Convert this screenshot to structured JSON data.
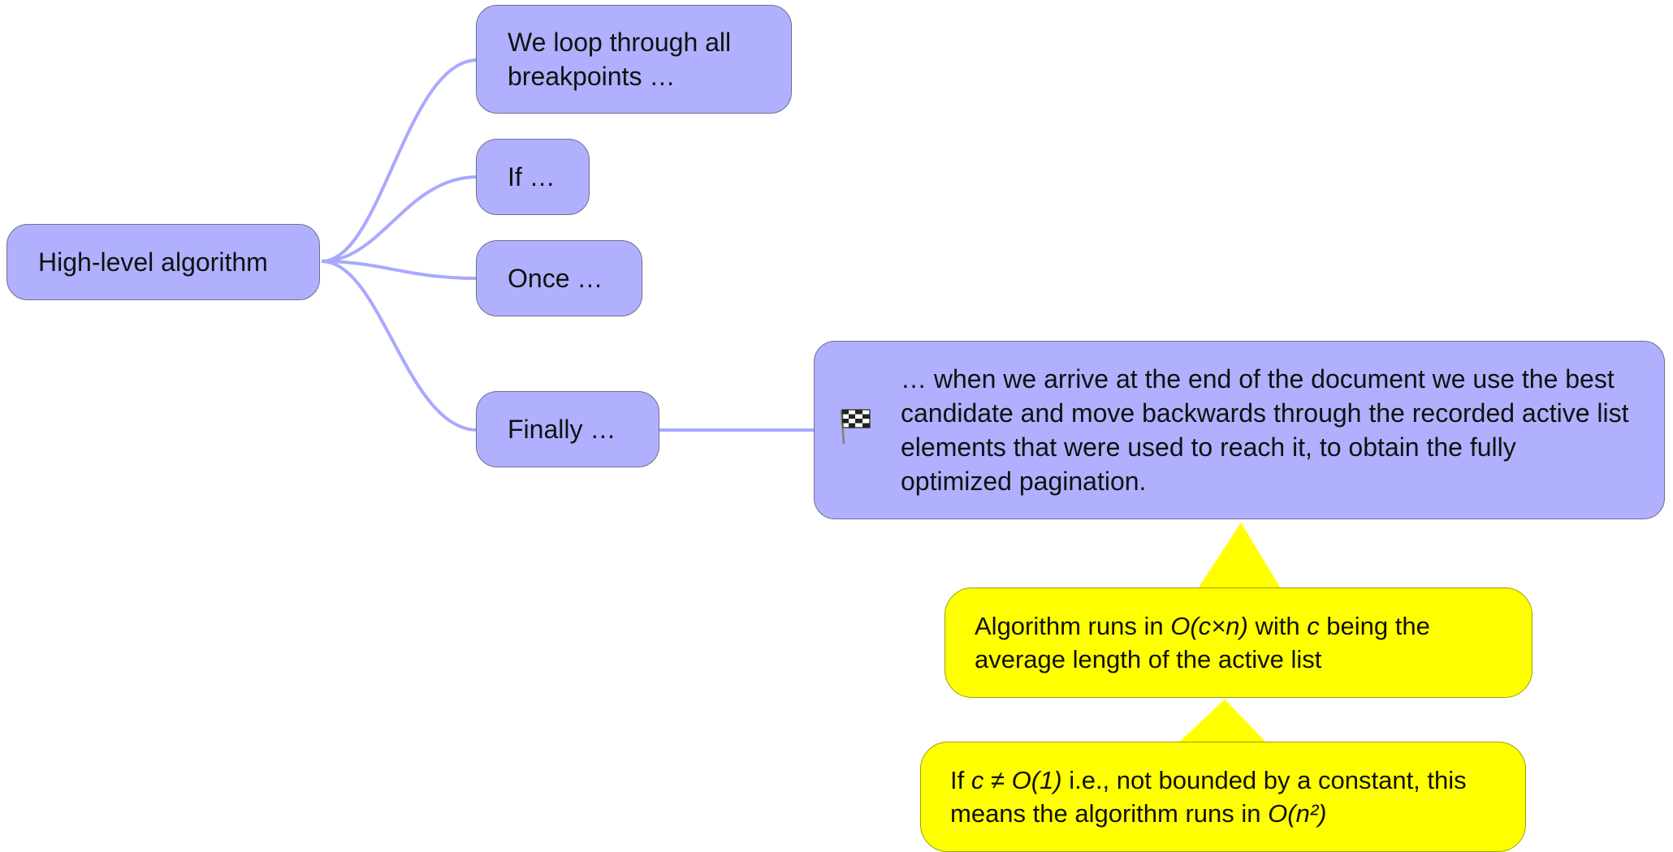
{
  "root": {
    "label": "High-level algorithm"
  },
  "branches": [
    {
      "label": "We loop through all breakpoints …"
    },
    {
      "label": "If …"
    },
    {
      "label": "Once …"
    },
    {
      "label": "Finally …"
    }
  ],
  "finally_detail": {
    "icon": "checkered-flag-icon",
    "text": "… when we arrive at the end of the document we use the best candidate and move backwards through the recorded active list elements that were used to reach it, to obtain the fully optimized pagination."
  },
  "notes": [
    {
      "pre": "Algorithm runs in ",
      "math1": "O(c×n)",
      "mid": " with ",
      "math2": "c",
      "post": " being the average length of the active list"
    },
    {
      "pre": "If ",
      "math1": "c ≠ O(1)",
      "mid": " i.e., not bounded by a constant, this means the algorithm runs in ",
      "math2": "O(n²)",
      "post": ""
    }
  ],
  "colors": {
    "node_fill": "#b0b0ff",
    "connector": "#a9a9ff",
    "note_fill": "#ffff00"
  }
}
